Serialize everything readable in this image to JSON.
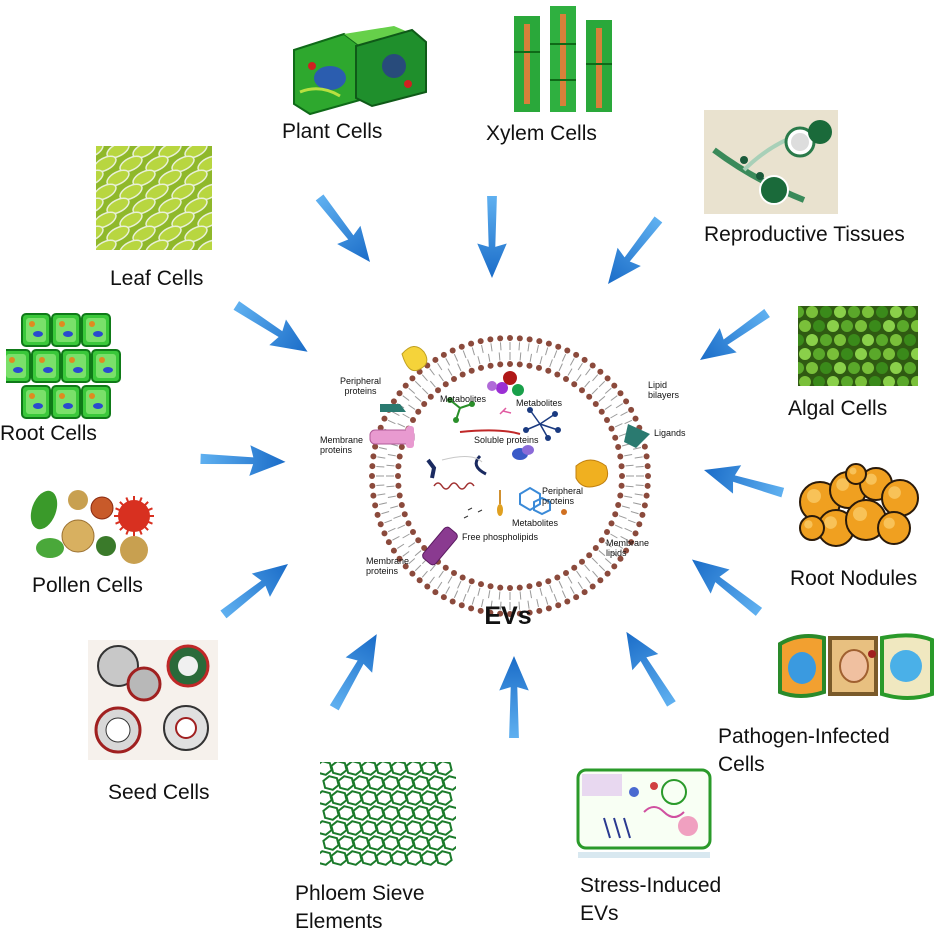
{
  "center": {
    "title": "EVs",
    "labels": {
      "peripheral_proteins_left": "Peripheral\nproteins",
      "membrane_proteins_left": "Membrane\nproteins",
      "membrane_proteins_bottom": "Membrane\nproteins",
      "metabolites_a": "Metabolites",
      "metabolites_b": "Metabolites",
      "metabolites_c": "Metabolites",
      "soluble_proteins": "Soluble proteins",
      "peripheral_proteins_right": "Peripheral\nproteins",
      "free_phospholipids": "Free phospholipids",
      "lipid_bilayers": "Lipid\nbilayers",
      "ligands": "Ligands",
      "membrane_lipids": "Membrane\nlipids"
    }
  },
  "sources": [
    {
      "id": "plant",
      "label": "Plant Cells"
    },
    {
      "id": "xylem",
      "label": "Xylem Cells"
    },
    {
      "id": "reproductive",
      "label": "Reproductive Tissues"
    },
    {
      "id": "leaf",
      "label": "Leaf Cells"
    },
    {
      "id": "algal",
      "label": "Algal Cells"
    },
    {
      "id": "root",
      "label": "Root Cells"
    },
    {
      "id": "root_nodules",
      "label": "Root Nodules"
    },
    {
      "id": "pollen",
      "label": "Pollen Cells"
    },
    {
      "id": "pathogen",
      "label": "Pathogen-Infected\nCells"
    },
    {
      "id": "seed",
      "label": "Seed Cells"
    },
    {
      "id": "phloem",
      "label": "Phloem Sieve\nElements"
    },
    {
      "id": "stress",
      "label": "Stress-Induced\nEVs"
    }
  ],
  "colors": {
    "arrow": "#2a7fd4",
    "membrane": "#8b4a3c",
    "leaf_green": "#2ea82e"
  }
}
